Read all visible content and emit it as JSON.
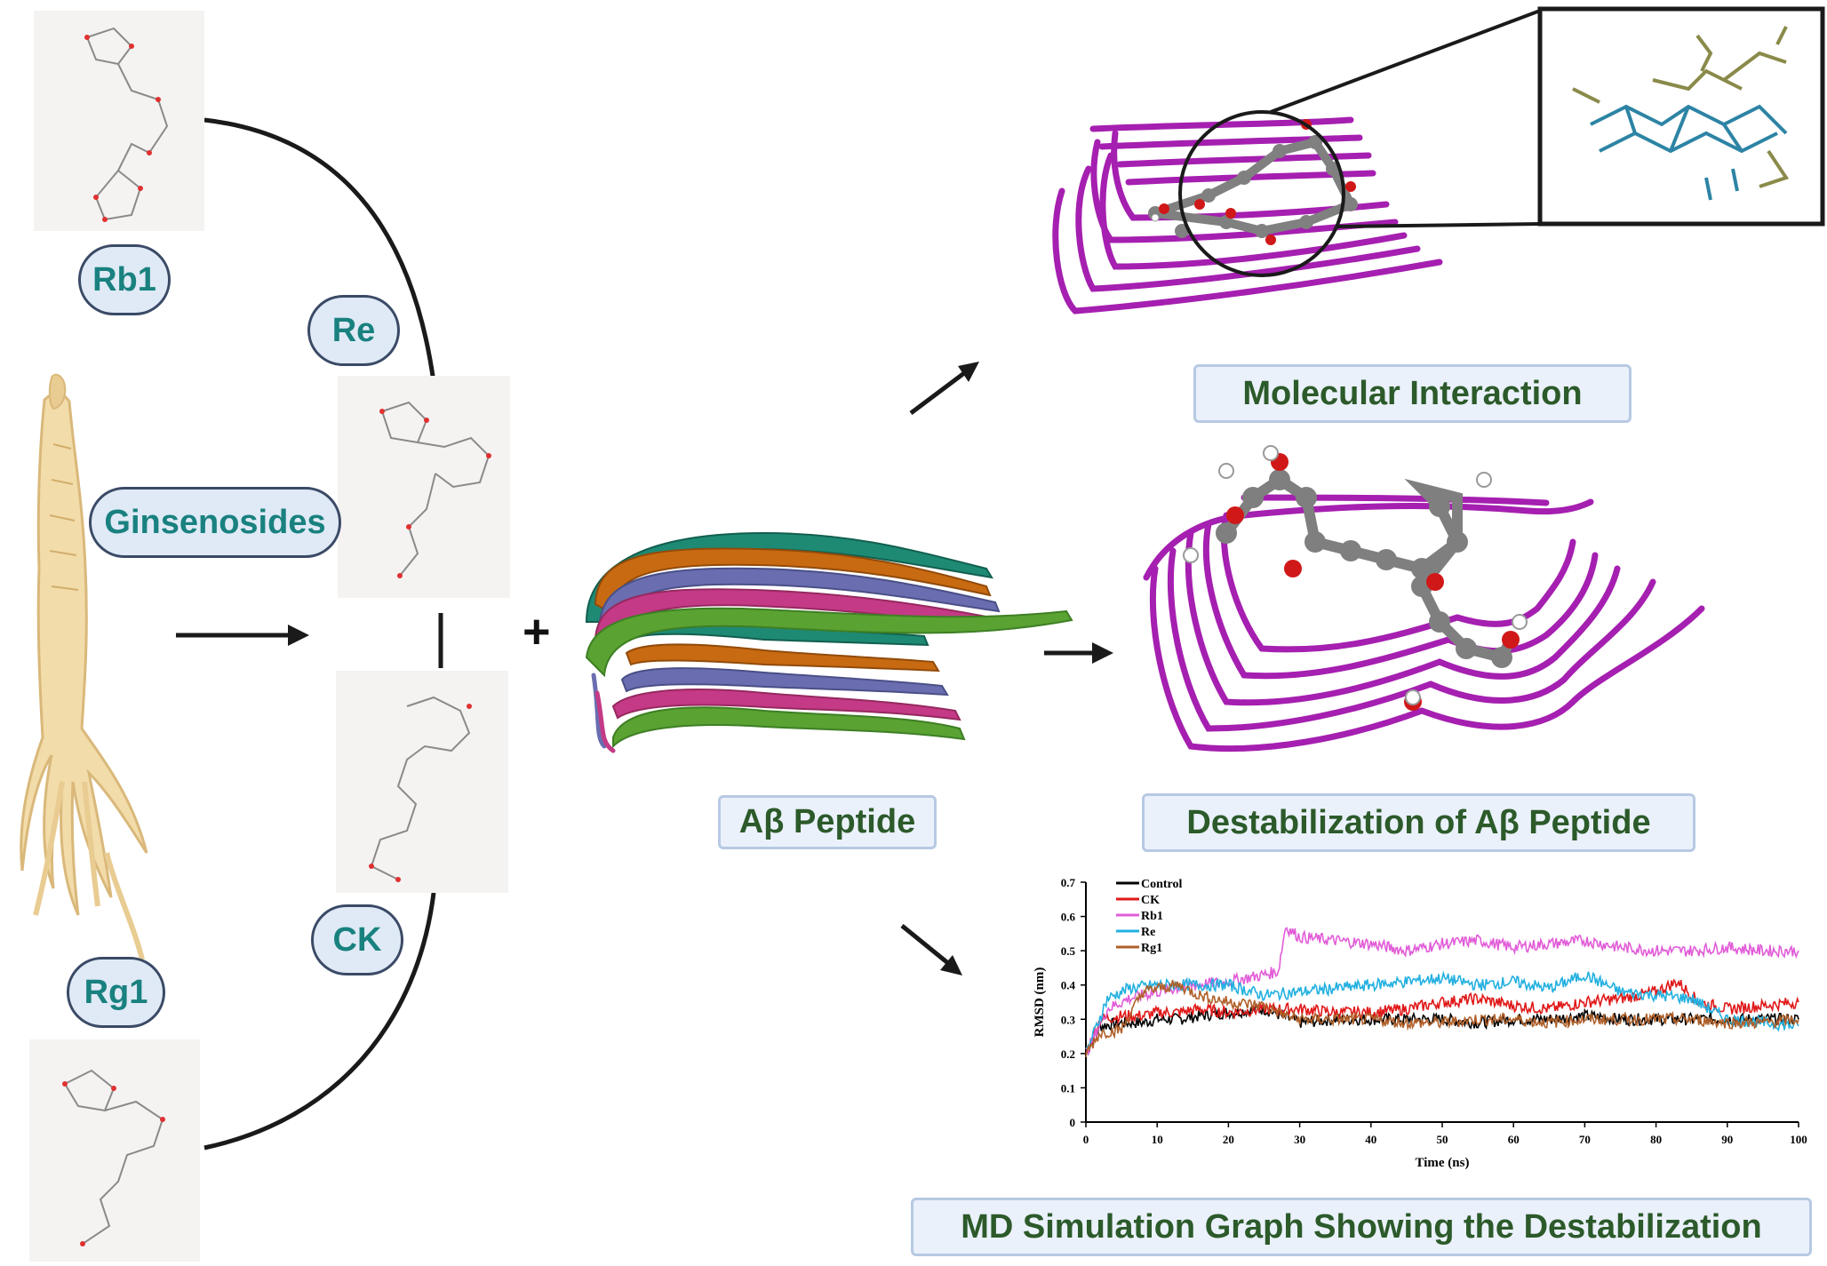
{
  "labels": {
    "rb1": "Rb1",
    "re": "Re",
    "ginsenosides": "Ginsenosides",
    "ck": "CK",
    "rg1": "Rg1",
    "plus": "+",
    "ab_peptide": "Aβ Peptide",
    "molecular_interaction": "Molecular Interaction",
    "destabilization": "Destabilization of Aβ Peptide",
    "md_graph": "MD Simulation Graph Showing the Destabilization"
  },
  "chart_data": {
    "type": "line",
    "xlabel": "Time (ns)",
    "ylabel": "RMSD (nm)",
    "xlim": [
      0,
      100
    ],
    "ylim": [
      0,
      0.7
    ],
    "xticks": [
      "0",
      "10",
      "20",
      "30",
      "40",
      "50",
      "60",
      "70",
      "80",
      "90",
      "100"
    ],
    "yticks": [
      "0",
      "0.1",
      "0.2",
      "0.3",
      "0.4",
      "0.5",
      "0.6",
      "0.7"
    ],
    "legend_position": "top-left",
    "series": [
      {
        "name": "Control",
        "color": "#000000",
        "x": [
          0,
          2,
          5,
          8,
          10,
          13,
          16,
          20,
          25,
          30,
          35,
          40,
          45,
          50,
          55,
          60,
          65,
          70,
          75,
          80,
          85,
          90,
          95,
          100
        ],
        "values": [
          0.2,
          0.28,
          0.29,
          0.29,
          0.3,
          0.3,
          0.31,
          0.32,
          0.33,
          0.29,
          0.3,
          0.3,
          0.3,
          0.3,
          0.29,
          0.3,
          0.3,
          0.31,
          0.3,
          0.3,
          0.3,
          0.3,
          0.3,
          0.3
        ]
      },
      {
        "name": "CK",
        "color": "#e01818",
        "x": [
          0,
          2,
          5,
          8,
          10,
          13,
          16,
          20,
          25,
          30,
          35,
          40,
          45,
          50,
          55,
          60,
          65,
          70,
          75,
          80,
          83,
          86,
          90,
          95,
          100
        ],
        "values": [
          0.2,
          0.3,
          0.31,
          0.31,
          0.32,
          0.32,
          0.33,
          0.32,
          0.33,
          0.33,
          0.32,
          0.32,
          0.33,
          0.35,
          0.36,
          0.34,
          0.33,
          0.35,
          0.36,
          0.38,
          0.41,
          0.35,
          0.33,
          0.34,
          0.35
        ]
      },
      {
        "name": "Rb1",
        "color": "#e15cd8",
        "x": [
          0,
          3,
          6,
          10,
          15,
          20,
          25,
          27,
          28,
          30,
          35,
          40,
          45,
          50,
          55,
          60,
          65,
          70,
          75,
          80,
          85,
          90,
          95,
          100
        ],
        "values": [
          0.2,
          0.33,
          0.36,
          0.38,
          0.4,
          0.41,
          0.43,
          0.44,
          0.57,
          0.54,
          0.53,
          0.52,
          0.5,
          0.52,
          0.53,
          0.51,
          0.52,
          0.53,
          0.51,
          0.5,
          0.5,
          0.51,
          0.5,
          0.5
        ]
      },
      {
        "name": "Re",
        "color": "#22b0e0",
        "x": [
          0,
          3,
          6,
          10,
          15,
          20,
          25,
          30,
          35,
          40,
          45,
          50,
          55,
          60,
          65,
          70,
          75,
          80,
          85,
          90,
          95,
          100
        ],
        "values": [
          0.2,
          0.36,
          0.39,
          0.4,
          0.4,
          0.4,
          0.37,
          0.38,
          0.39,
          0.4,
          0.41,
          0.42,
          0.4,
          0.41,
          0.39,
          0.43,
          0.38,
          0.37,
          0.36,
          0.3,
          0.29,
          0.28
        ]
      },
      {
        "name": "Rg1",
        "color": "#b0602a",
        "x": [
          0,
          2,
          5,
          8,
          10,
          13,
          16,
          20,
          25,
          28,
          30,
          35,
          40,
          45,
          50,
          55,
          60,
          65,
          70,
          75,
          80,
          85,
          90,
          95,
          100
        ],
        "values": [
          0.2,
          0.26,
          0.27,
          0.38,
          0.39,
          0.4,
          0.37,
          0.35,
          0.34,
          0.31,
          0.3,
          0.3,
          0.3,
          0.29,
          0.29,
          0.3,
          0.3,
          0.29,
          0.3,
          0.3,
          0.3,
          0.3,
          0.29,
          0.29,
          0.3
        ]
      }
    ]
  },
  "colors": {
    "pill_fill": "#dfeaf6",
    "pill_text": "#19817f",
    "banner_text": "#2c5a2a",
    "sheet_magenta": "#a51fb0",
    "strand_colors": [
      "#1e8a74",
      "#c86a12",
      "#6a6eb0",
      "#c43a86",
      "#5aa232"
    ]
  }
}
